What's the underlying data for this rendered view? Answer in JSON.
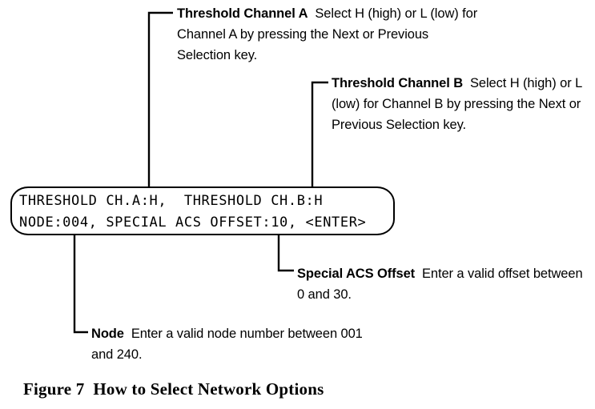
{
  "figure": {
    "caption_label": "Figure 7",
    "caption_title": "How to Select Network Options",
    "caption_full": "Figure 7  How to Select Network Options"
  },
  "lcd_display": {
    "line1": "THRESHOLD CH.A:H,  THRESHOLD CH.B:H",
    "line2": "NODE:004, SPECIAL ACS OFFSET:10, <ENTER>",
    "fields": {
      "threshold_channel_a": "H",
      "threshold_channel_b": "H",
      "node": "004",
      "special_acs_offset": "10",
      "enter_prompt": "<ENTER>"
    }
  },
  "callouts": {
    "threshold_a": {
      "term": "Threshold Channel A",
      "description": "Select H (high) or L (low) for Channel A by pressing the Next or Previous Selection key."
    },
    "threshold_b": {
      "term": "Threshold Channel B",
      "description": "Select H (high) or L (low) for Channel B by pressing the Next or Previous Selection key."
    },
    "acs_offset": {
      "term": "Special ACS Offset",
      "description": "Enter a valid offset between 0 and 30."
    },
    "node": {
      "term": "Node",
      "description": "Enter a valid node number between 001 and 240."
    }
  },
  "colors": {
    "ink": "#000000",
    "background": "#ffffff"
  }
}
